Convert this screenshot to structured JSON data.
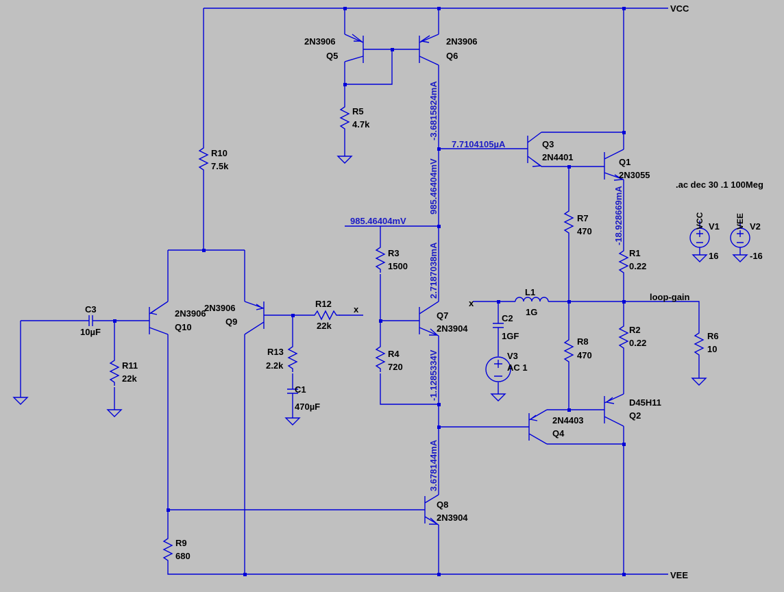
{
  "colors": {
    "background": "#c0c0c0",
    "wire": "#0000d8",
    "annotation": "#1b1bc4",
    "text": "#000000"
  },
  "nets": {
    "vcc": "VCC",
    "vee": "VEE",
    "loop_gain": "loop-gain",
    "x_right": "x",
    "x_left": "x"
  },
  "directive": ".ac dec 30 .1 100Meg",
  "components": {
    "Q1": {
      "ref": "Q1",
      "model": "2N3055"
    },
    "Q2": {
      "ref": "Q2",
      "model": "D45H11"
    },
    "Q3": {
      "ref": "Q3",
      "model": "2N4401"
    },
    "Q4": {
      "ref": "Q4",
      "model": "2N4403"
    },
    "Q5": {
      "ref": "Q5",
      "model": "2N3906"
    },
    "Q6": {
      "ref": "Q6",
      "model": "2N3906"
    },
    "Q7": {
      "ref": "Q7",
      "model": "2N3904"
    },
    "Q8": {
      "ref": "Q8",
      "model": "2N3904"
    },
    "Q9": {
      "ref": "Q9",
      "model": "2N3906"
    },
    "Q10": {
      "ref": "Q10",
      "model": "2N3906"
    },
    "R1": {
      "ref": "R1",
      "value": "0.22"
    },
    "R2": {
      "ref": "R2",
      "value": "0.22"
    },
    "R3": {
      "ref": "R3",
      "value": "1500"
    },
    "R4": {
      "ref": "R4",
      "value": "720"
    },
    "R5": {
      "ref": "R5",
      "value": "4.7k"
    },
    "R6": {
      "ref": "R6",
      "value": "10"
    },
    "R7": {
      "ref": "R7",
      "value": "470"
    },
    "R8": {
      "ref": "R8",
      "value": "470"
    },
    "R9": {
      "ref": "R9",
      "value": "680"
    },
    "R10": {
      "ref": "R10",
      "value": "7.5k"
    },
    "R11": {
      "ref": "R11",
      "value": "22k"
    },
    "R12": {
      "ref": "R12",
      "value": "22k"
    },
    "R13": {
      "ref": "R13",
      "value": "2.2k"
    },
    "C1": {
      "ref": "C1",
      "value": "470µF"
    },
    "C2": {
      "ref": "C2",
      "value": "1GF"
    },
    "C3": {
      "ref": "C3",
      "value": "10µF"
    },
    "L1": {
      "ref": "L1",
      "value": "1G"
    },
    "V1": {
      "ref": "V1",
      "value": "16",
      "net": "VCC"
    },
    "V2": {
      "ref": "V2",
      "value": "-16",
      "net": "VEE"
    },
    "V3": {
      "ref": "V3",
      "value": "AC 1"
    }
  },
  "annotations": {
    "q6_current": "-3.6815824mA",
    "q3_base_current": "7.7104105µA",
    "q7_collector_voltage": "985.46404mV",
    "r3_node_voltage": "985.46404mV",
    "q7_current": "2.7187038mA",
    "q7_emitter_voltage": "-1.1285334V",
    "q8_current": "3.678144mA",
    "r1_current": "-18.928669mA"
  }
}
